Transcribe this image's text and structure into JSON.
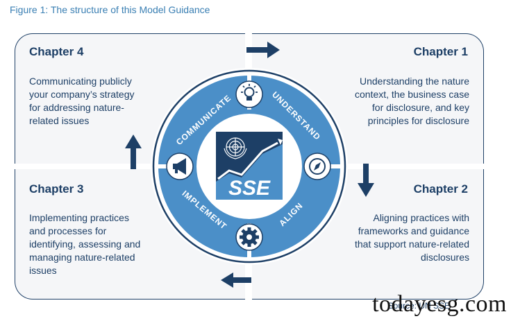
{
  "caption": "Figure 1: The structure of this Model Guidance",
  "chapters": [
    {
      "title": "Chapter 4",
      "body": "Communicating publicly\nyour company’s strategy\nfor addressing nature-\nrelated issues"
    },
    {
      "title": "Chapter 1",
      "body": "Understanding the nature\ncontext, the business case\nfor disclosure, and key\nprinciples for disclosure"
    },
    {
      "title": "Chapter 3",
      "body": "Implementing practices\nand processes for\nidentifying, assessing and\nmanaging nature-related\nissues"
    },
    {
      "title": "Chapter 2",
      "body": "Aligning practices with\nframeworks and guidance\nthat support nature-related\ndisclosures"
    }
  ],
  "ring_labels": {
    "communicate": "COMMUNICATE",
    "understand": "UNDERSTAND",
    "align": "ALIGN",
    "implement": "IMPLEMENT"
  },
  "center_logo_text": "SSE",
  "source": "Source: UN SSE",
  "watermark": "todayesg.com",
  "icons": [
    "lightbulb-icon",
    "compass-icon",
    "gear-icon",
    "megaphone-icon",
    "un-emblem-icon"
  ],
  "colors": {
    "navy": "#1d3f66",
    "ring_blue": "#4b8fc8",
    "caption_blue": "#3a7fb3",
    "panel_bg": "#f5f6f8"
  }
}
